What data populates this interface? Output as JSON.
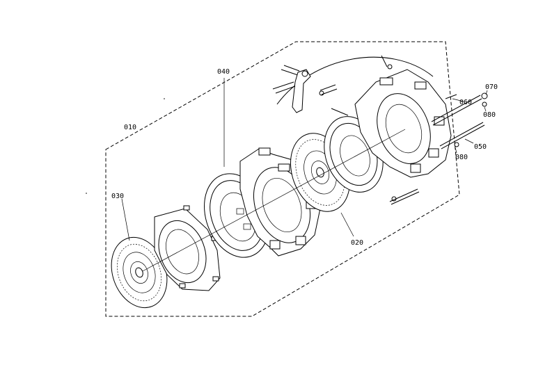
{
  "labels": {
    "p010": "010",
    "p020": "020",
    "p030": "030",
    "p040": "040",
    "p050": "050",
    "p060": "060",
    "p070": "070",
    "p080a": "080",
    "p080b": "080"
  }
}
